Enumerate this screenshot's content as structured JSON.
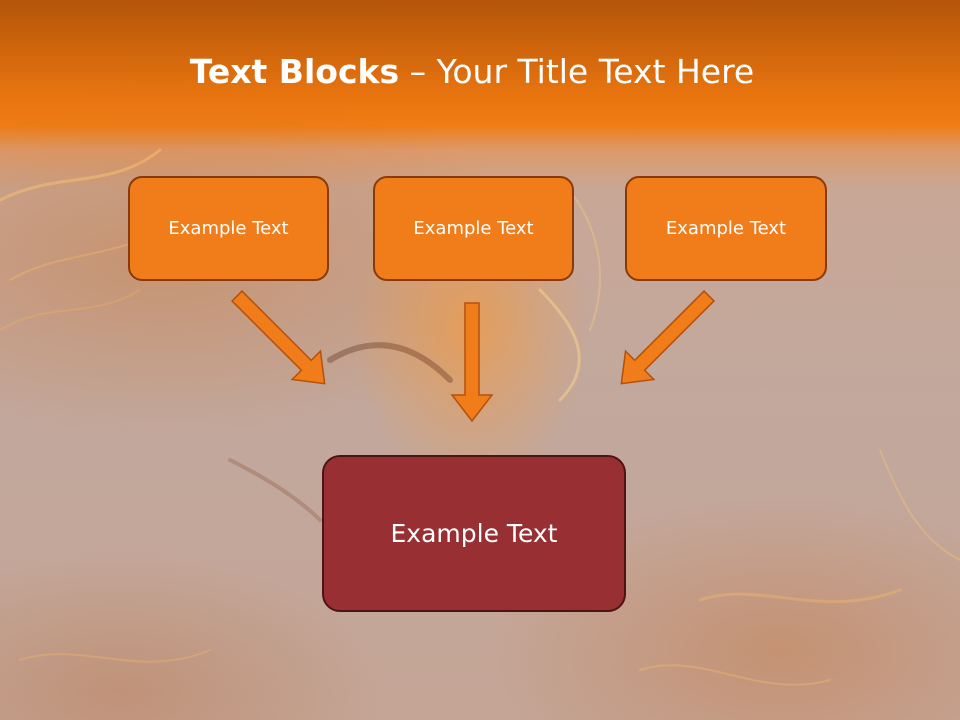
{
  "slide": {
    "title_bold": "Text Blocks",
    "title_dash": " – ",
    "title_rest": "Your Title Text Here"
  },
  "diagram": {
    "top_blocks": [
      {
        "label": "Example Text"
      },
      {
        "label": "Example Text"
      },
      {
        "label": "Example Text"
      }
    ],
    "bottom_block": {
      "label": "Example Text"
    }
  },
  "colors": {
    "header_orange": "#f07c14",
    "block_orange": "#f07c1a",
    "block_border": "#8a3a0a",
    "result_block": "#972f33",
    "arrow_fill": "#f07c1a"
  }
}
